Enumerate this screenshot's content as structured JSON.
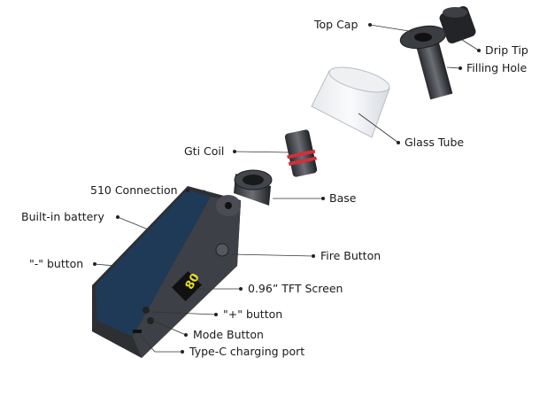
{
  "labels": {
    "top_cap": "Top Cap",
    "drip_tip": "Drip Tip",
    "filling_hole": "Filling Hole",
    "glass_tube": "Glass Tube",
    "gti_coil": "Gti Coil",
    "base": "Base",
    "connection_510": "510 Connection",
    "battery": "Built-in battery",
    "minus_button": "\"-\" button",
    "fire_button": "Fire Button",
    "screen": "0.96” TFT Screen",
    "plus_button": "\"+\" button",
    "mode_button": "Mode Button",
    "type_c": "Type-C charging port"
  },
  "screen_reading": "80",
  "colors": {
    "fabric": "#1f3a56",
    "metal": "#3a3d42",
    "screen_text": "#e8e020",
    "coil_ring": "#d0303a"
  }
}
